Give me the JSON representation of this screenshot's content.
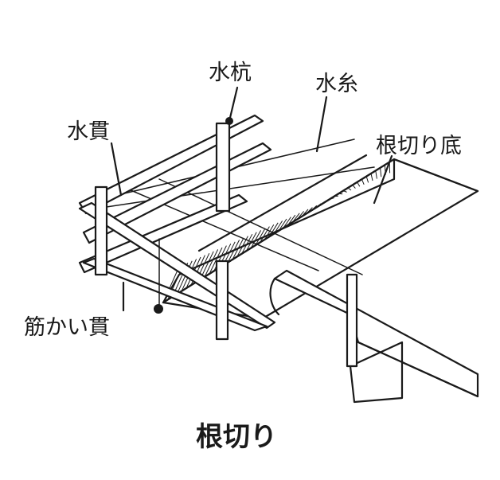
{
  "labels": {
    "mizukui": "水杭",
    "mizuito": "水糸",
    "mizunuki": "水貫",
    "negiri_zoko": "根切り底",
    "sujikai_nuki": "筋かい貫"
  },
  "caption": "根切り"
}
